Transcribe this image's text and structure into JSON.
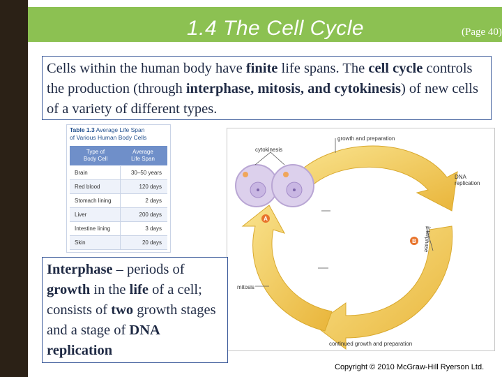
{
  "slide": {
    "title": "1.4  The Cell Cycle",
    "page_ref": "(Page 40)"
  },
  "intro": {
    "t1": "Cells within the human body have ",
    "b1": "finite",
    "t2": " life spans.  The ",
    "b2": "cell cycle",
    "t3": " controls the production (through ",
    "b3": "interphase, mitosis, and cytokinesis",
    "t4": ") of new cells of a variety of different types."
  },
  "table": {
    "tag": "Table 1.3",
    "caption_line1": " Average Life Span",
    "caption_line2": "of Various Human Body Cells",
    "header_col1_line1": "Type of",
    "header_col1_line2": "Body Cell",
    "header_col2_line1": "Average",
    "header_col2_line2": "Life Span",
    "rows": [
      {
        "cell": "Brain",
        "span": "30–50 years"
      },
      {
        "cell": "Red blood",
        "span": "120 days"
      },
      {
        "cell": "Stomach lining",
        "span": "2 days"
      },
      {
        "cell": "Liver",
        "span": "200 days"
      },
      {
        "cell": "Intestine lining",
        "span": "3 days"
      },
      {
        "cell": "Skin",
        "span": "20 days"
      }
    ]
  },
  "diagram": {
    "cytokinesis": "cytokinesis",
    "growth_prep": "growth and preparation",
    "dna_line1": "DNA",
    "dna_line2": "replication",
    "interphase": "interphase",
    "mitosis": "mitosis",
    "continued": "continued growth and preparation",
    "marker_a": "A",
    "marker_b": "B",
    "colors": {
      "arrow": "#f3cf62",
      "cell_fill": "#dcd0ec",
      "marker": "#e8742c"
    }
  },
  "interphase_box": {
    "b1": "Interphase",
    "t1": " – periods of ",
    "b2": "growth",
    "t2": " in the ",
    "b3": "life",
    "t3": " of a cell; consists of ",
    "b4": "two",
    "t4": " growth stages and a stage of ",
    "b5": "DNA replication"
  },
  "copyright": "Copyright © 2010 McGraw-Hill Ryerson Ltd."
}
